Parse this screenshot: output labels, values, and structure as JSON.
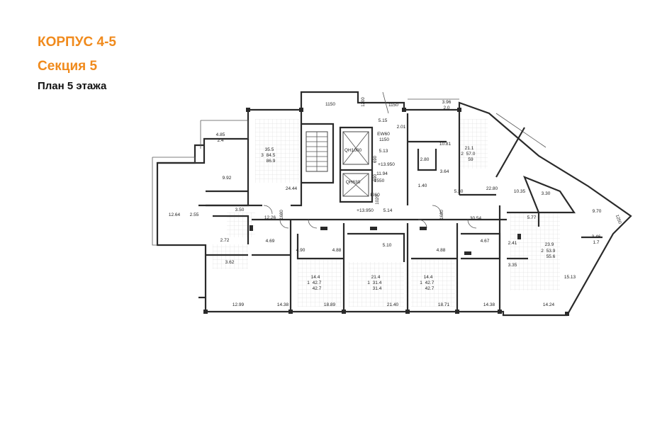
{
  "header": {
    "building": "КОРПУС 4-5",
    "section": "Секция 5",
    "plan": "План 5 этажа"
  },
  "colors": {
    "title_accent": "#f08a1c",
    "wall": "#2a2a2a"
  },
  "plan_labels": {
    "l_1150a": "1150",
    "l_1200": "1200",
    "l_1150b": "1150",
    "l_396": "3.96",
    "l_20": "2.0",
    "l_485": "4.85",
    "l_24": "2.4",
    "l_515": "5.15",
    "l_201": "2.01",
    "l_ew60a": "EW60",
    "l_1150c": "1150",
    "l_1081": "10.81",
    "l_355": "35.5",
    "l_3": "3",
    "l_845": "84.5",
    "l_869": "86.9",
    "l_qh1000": "QH1000",
    "l_513": "5.13",
    "l_211": "21.1",
    "l_2a": "2",
    "l_570": "57.0",
    "l_59": "59",
    "l_280": "2.80",
    "l_364": "3.64",
    "l_13950a": "+13.950",
    "l_1194": "11.94",
    "l_1550": "1550",
    "l_qh630": "QH630",
    "l_ei60": "EI60",
    "l_992": "9.92",
    "l_2444": "24.44",
    "l_140": "1.40",
    "l_530": "5.30",
    "l_2280": "22.80",
    "l_1035": "10.35",
    "l_330": "3.30",
    "l_970": "9.70",
    "l_13950b": "+13.950",
    "l_514": "5.14",
    "l_1264": "12.64",
    "l_255": "2.55",
    "l_350": "3.50",
    "l_1226": "12.26",
    "l_3054": "30.54",
    "l_577": "5.77",
    "l_346": "3.46",
    "l_17": "1.7",
    "l_1680a": "1680",
    "l_1680b": "1680",
    "l_272": "2.72",
    "l_469": "4.69",
    "l_490": "4.90",
    "l_488a": "4.88",
    "l_510": "5.10",
    "l_488b": "4.88",
    "l_467": "4.67",
    "l_241": "2.41",
    "l_239": "23.9",
    "l_2b": "2",
    "l_539": "53.9",
    "l_556": "55.6",
    "l_362": "3.62",
    "l_144a": "14.4",
    "l_1a": "1",
    "l_427a": "42.7",
    "l_427b": "42.7",
    "l_214": "21.4",
    "l_1b": "1",
    "l_314a": "31.4",
    "l_314b": "31.4",
    "l_144b": "14.4",
    "l_1c": "1",
    "l_427c": "42.7",
    "l_427d": "42.7",
    "l_335": "3.35",
    "l_1513": "15.13",
    "l_1299": "12.99",
    "l_1438a": "14.38",
    "l_1889": "18.89",
    "l_2140": "21.40",
    "l_1871": "18.71",
    "l_1438b": "14.38",
    "l_1424": "14.24",
    "l_1250": "1250",
    "l_1020": "1020",
    "l_690a": "690",
    "l_690b": "690"
  }
}
